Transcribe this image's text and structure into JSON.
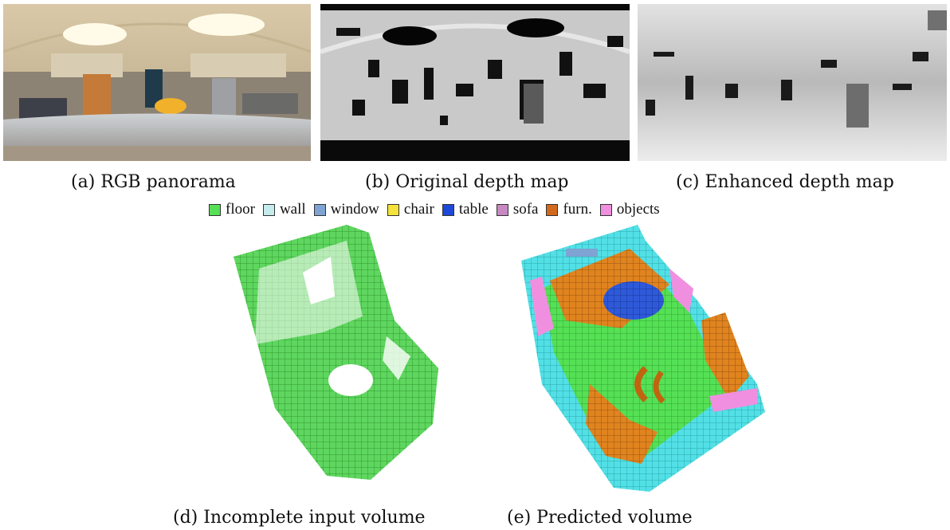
{
  "panels": [
    {
      "id": "a",
      "caption": "(a) RGB panorama"
    },
    {
      "id": "b",
      "caption": "(b) Original depth map"
    },
    {
      "id": "c",
      "caption": "(c) Enhanced depth map"
    },
    {
      "id": "d",
      "caption": "(d) Incomplete input volume"
    },
    {
      "id": "e",
      "caption": "(e) Predicted volume"
    }
  ],
  "legend": [
    {
      "label": "floor",
      "color": "#55e055"
    },
    {
      "label": "wall",
      "color": "#c4ecec"
    },
    {
      "label": "window",
      "color": "#7fa3d3"
    },
    {
      "label": "chair",
      "color": "#f5e33b"
    },
    {
      "label": "table",
      "color": "#1d49d8"
    },
    {
      "label": "sofa",
      "color": "#c889c2"
    },
    {
      "label": "furn.",
      "color": "#d2691e"
    },
    {
      "label": "objects",
      "color": "#f08fe0"
    }
  ]
}
